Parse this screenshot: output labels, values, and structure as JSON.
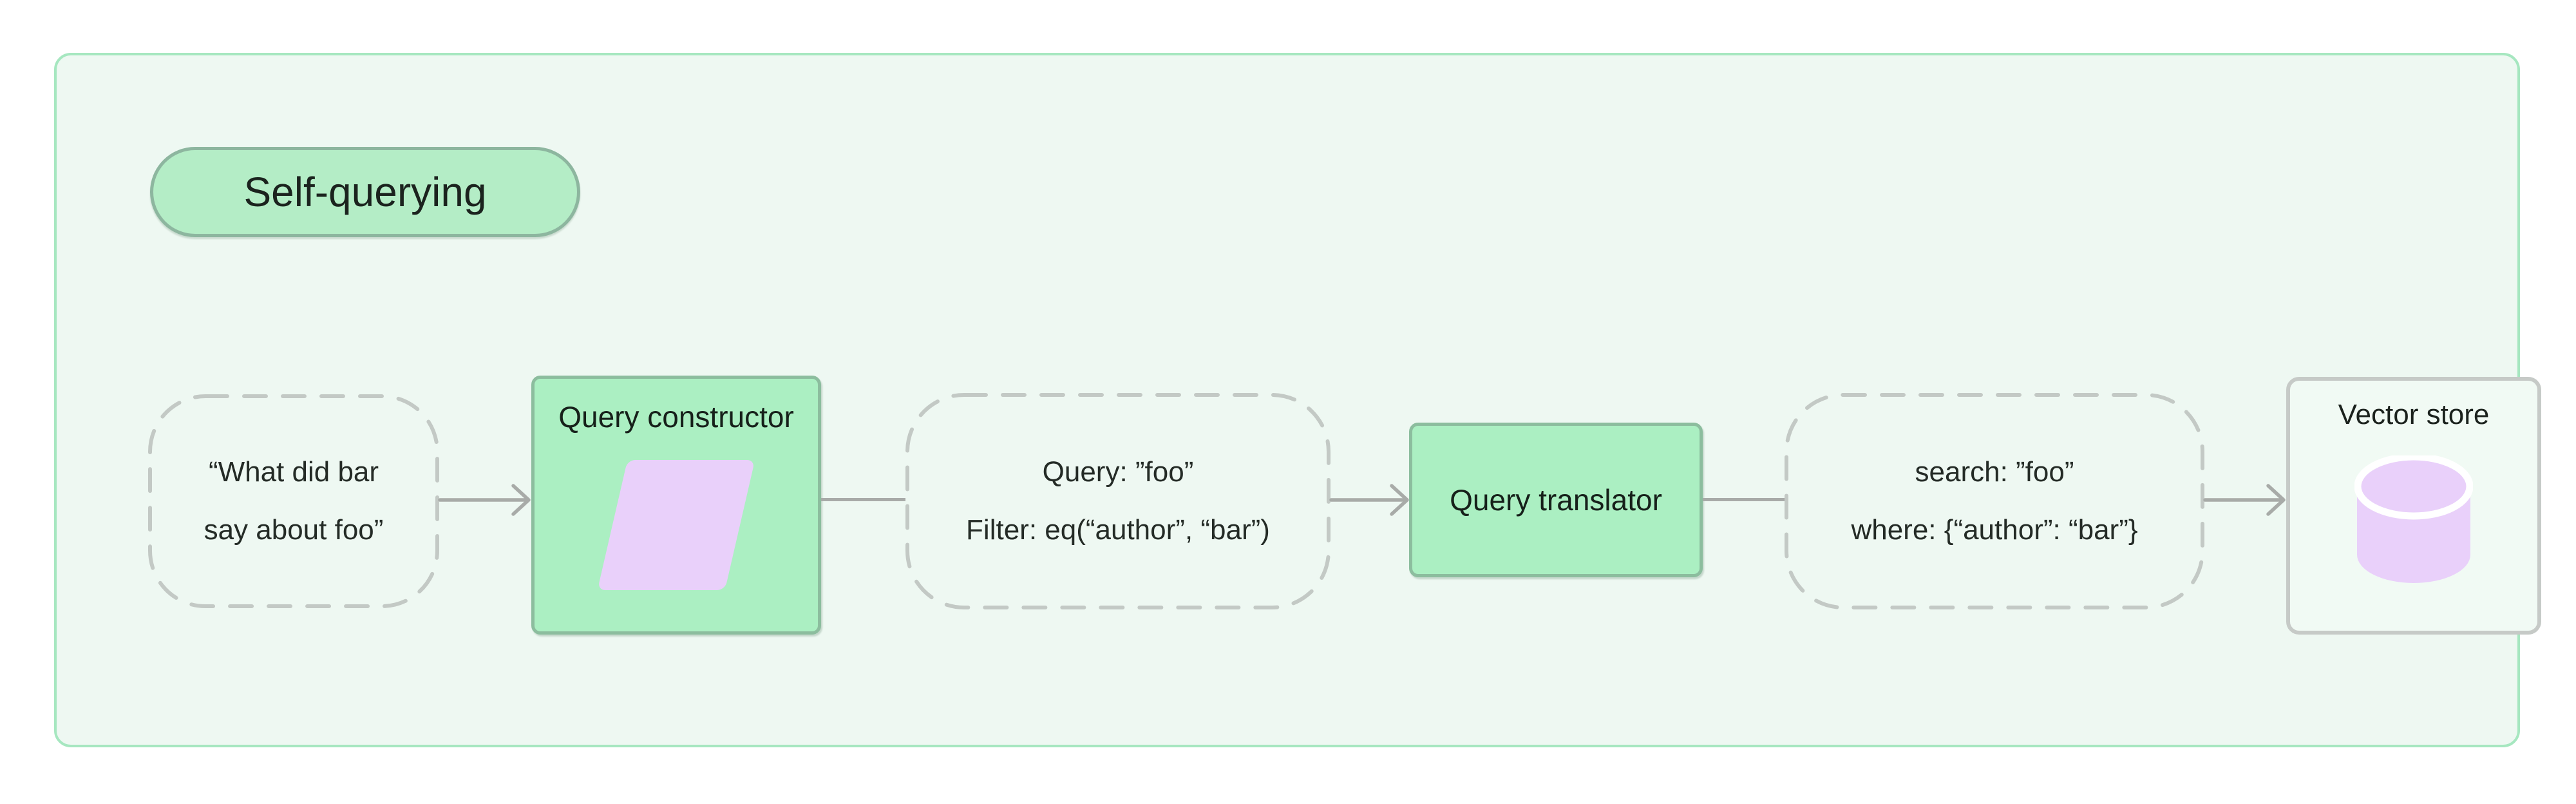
{
  "title": "Self-querying",
  "nodes": {
    "user_question": {
      "line1": "“What did bar",
      "line2": "say about foo”"
    },
    "query_constructor": {
      "label": "Query constructor",
      "icon": "parallelogram-icon"
    },
    "constructed_query": {
      "line1": "Query: ”foo”",
      "line2": "Filter: eq(“author”, “bar”)"
    },
    "query_translator": {
      "label": "Query translator"
    },
    "translated_query": {
      "line1": "search: ”foo”",
      "line2": "where: {“author”: “bar”}"
    },
    "vector_store": {
      "label": "Vector store",
      "icon": "database-icon"
    }
  },
  "colors": {
    "card_bg": "#eef8f2",
    "card_border": "#a6e7c0",
    "pill_bg": "#b4edc6",
    "pill_border": "#8db69f",
    "node_green_bg": "#abefc2",
    "node_green_border": "#8cbd9e",
    "dashed_border": "#c3c9c5",
    "connector": "#a8aba8",
    "icon_purple": "#e9d0fa",
    "text": "#212822"
  }
}
